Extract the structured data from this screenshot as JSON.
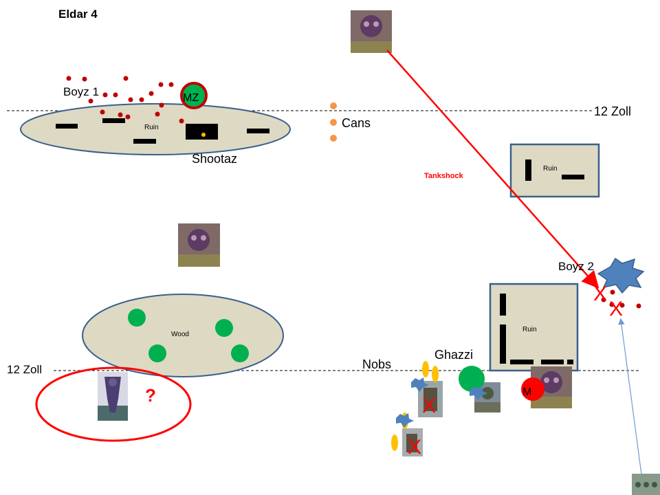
{
  "title": "Eldar 4",
  "labels": {
    "boyz1": "Boyz 1",
    "mz_top": "MZ",
    "ruin_top": "Ruin",
    "shootaz": "Shootaz",
    "cans": "Cans",
    "zoll_top": "12  Zoll",
    "tankshock": "Tankshock",
    "ruin_right": "Ruin",
    "boyz2": "Boyz 2",
    "wood": "Wood",
    "zoll_bottom": "12 Zoll",
    "question": "?",
    "nobs": "Nobs",
    "ghazzi": "Ghazzi",
    "ruin_bottom": "Ruin",
    "mz_bottom": "M"
  },
  "colors": {
    "terrain_fill": "#ddd9c3",
    "terrain_stroke": "#3b5f8a",
    "ork_red": "#c00000",
    "arrow_red": "#ff0000",
    "eldar_green": "#00b050",
    "cans_orange": "#f79646",
    "yellow": "#ffc000",
    "explosion_blue": "#4f81bd",
    "thin_arrow": "#6f9bd1"
  },
  "markers": {
    "kill_mark": "X"
  }
}
